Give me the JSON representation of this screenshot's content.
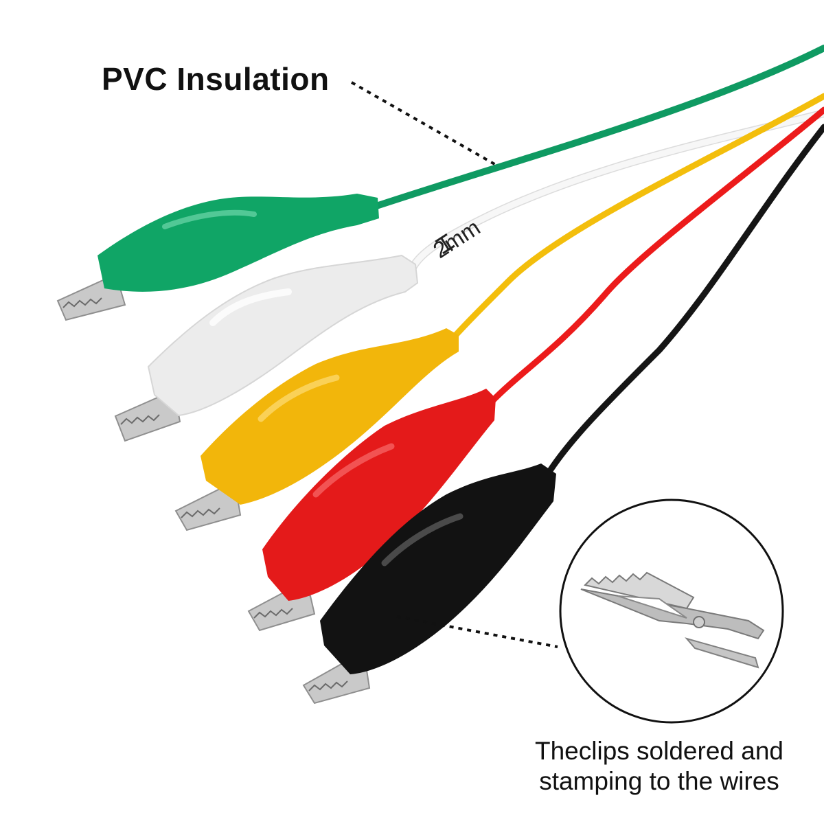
{
  "labels": {
    "insulation": "PVC Insulation",
    "wire_diameter": "2mm",
    "clip_note_line1": "Theclips soldered and",
    "clip_note_line2": "stamping to the wires"
  },
  "wires": [
    {
      "name": "green",
      "color": "#0f9a62",
      "boot": "#10a566"
    },
    {
      "name": "white",
      "color": "#f4f4f4",
      "boot": "#ececec"
    },
    {
      "name": "yellow",
      "color": "#f3be0c",
      "boot": "#f2b60b"
    },
    {
      "name": "red",
      "color": "#ec1b1b",
      "boot": "#e41a1a"
    },
    {
      "name": "black",
      "color": "#151515",
      "boot": "#121212"
    }
  ],
  "metal_color": "#c9c9c9"
}
